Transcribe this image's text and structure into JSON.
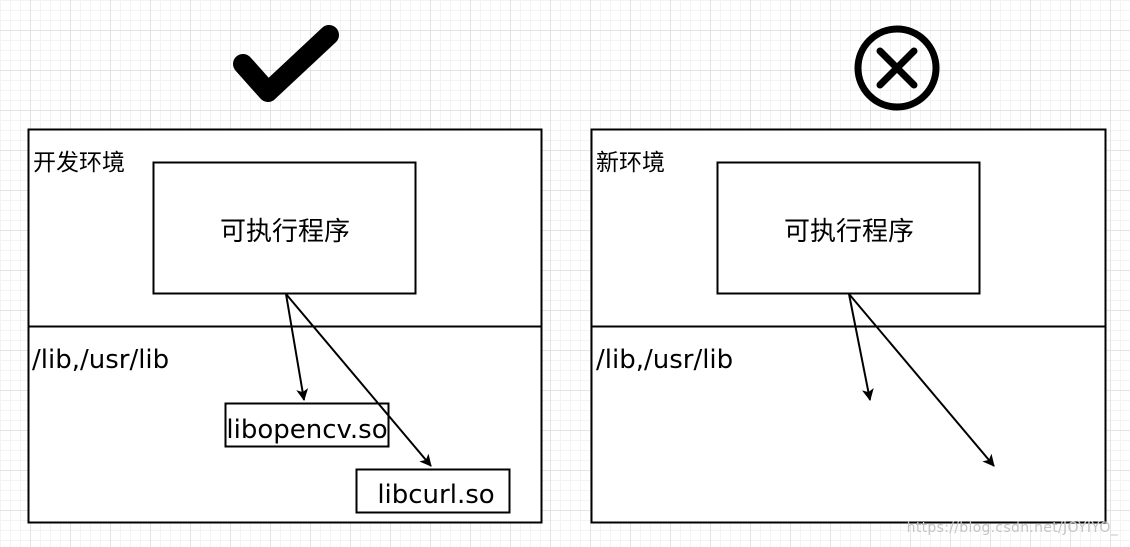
{
  "icons": {
    "left": "check-icon",
    "right": "circled-x-icon"
  },
  "colors": {
    "stroke": "#000000",
    "grid": "#e4e4e4",
    "watermark": "#c4c4c4"
  },
  "left_panel": {
    "environment_label": "开发环境",
    "program_label": "可执行程序",
    "lib_path_label": "/lib,/usr/lib",
    "libraries": [
      "libopencv.so",
      "libcurl.so"
    ]
  },
  "right_panel": {
    "environment_label": "新环境",
    "program_label": "可执行程序",
    "lib_path_label": "/lib,/usr/lib"
  },
  "watermark": "https://blog.csdn.net/JOYIYO_"
}
